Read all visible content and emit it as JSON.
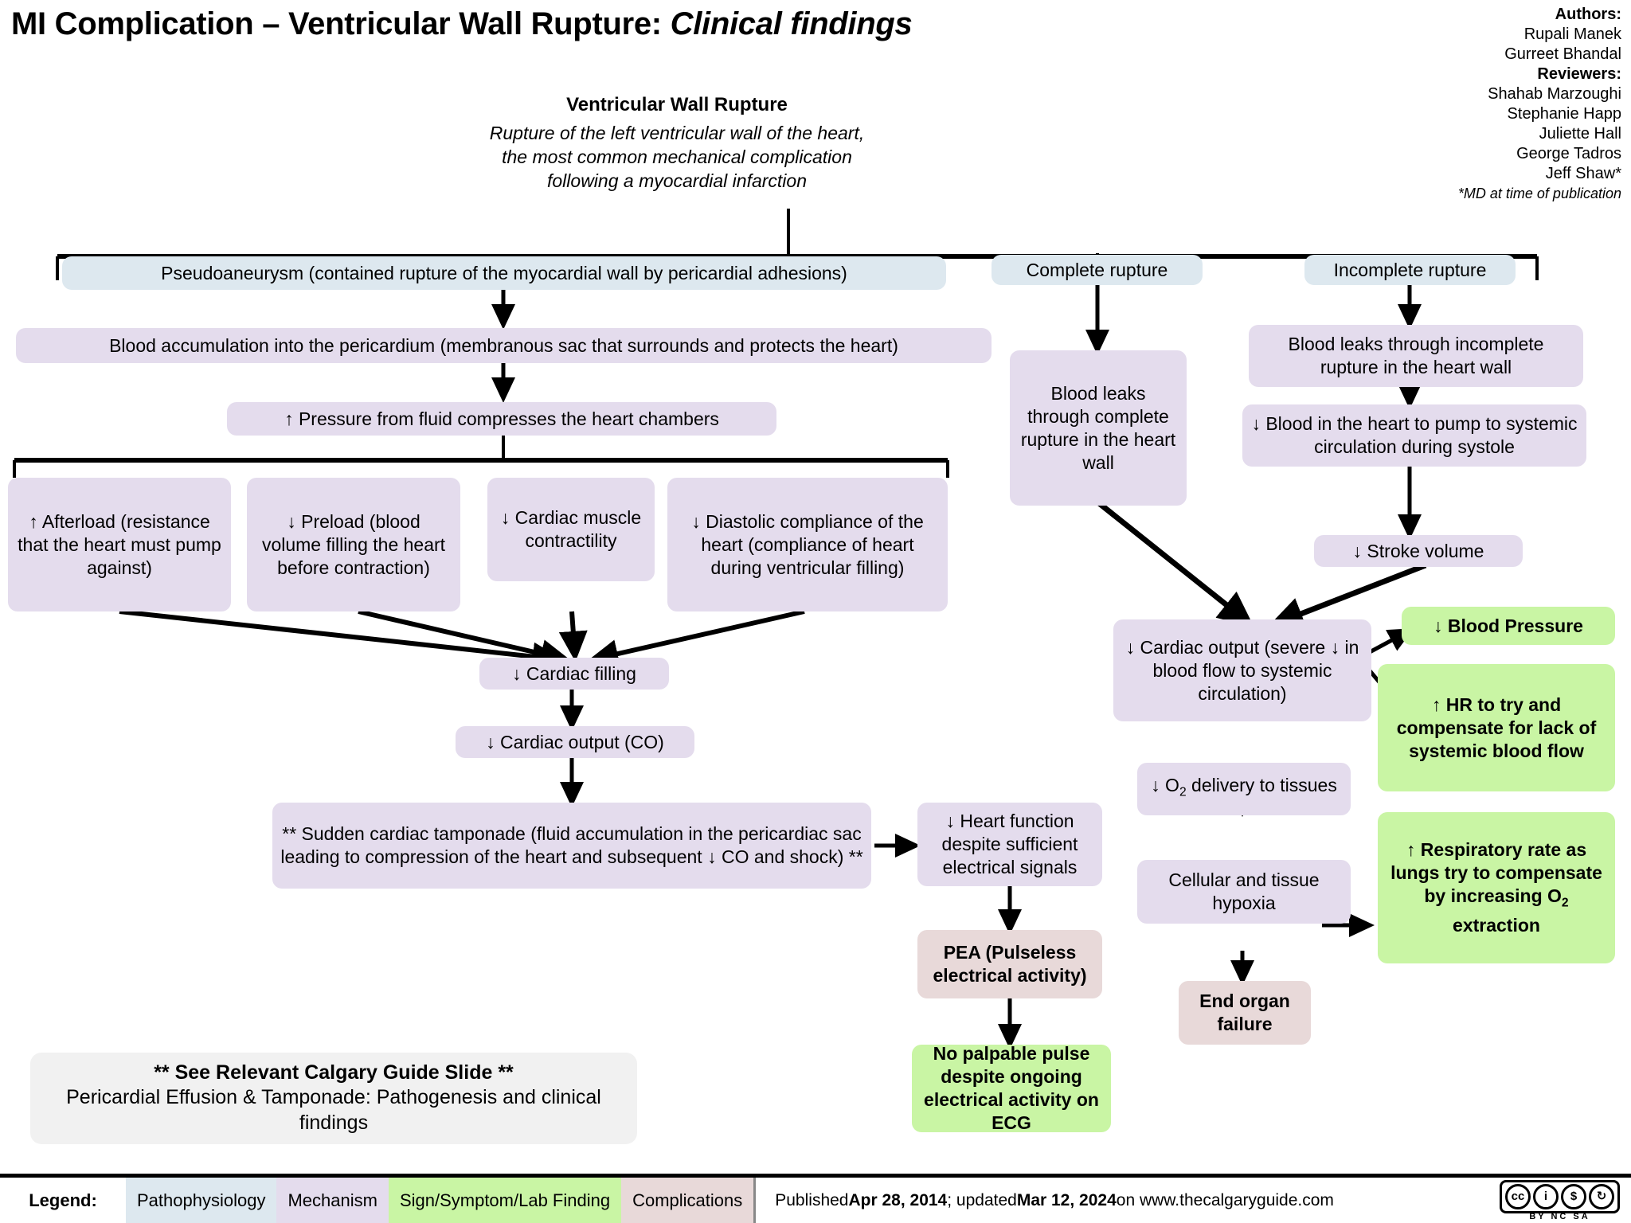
{
  "header": {
    "title_main": "MI Complication – Ventricular Wall Rupture: ",
    "title_italic": "Clinical findings",
    "authors_label": "Authors:",
    "authors": [
      "Rupali Manek",
      "Gurreet Bhandal"
    ],
    "reviewers_label": "Reviewers:",
    "reviewers": [
      "Shahab Marzoughi",
      "Stephanie Happ",
      "Juliette Hall",
      "George Tadros",
      "Jeff Shaw*"
    ],
    "footnote": "*MD at time of publication"
  },
  "root": {
    "title": "Ventricular Wall Rupture",
    "description": "Rupture of the left ventricular wall of the heart, the most common mechanical complication following a myocardial infarction"
  },
  "nodes": {
    "pseudoaneurysm": "Pseudoaneurysm (contained rupture of the myocardial wall by pericardial adhesions)",
    "blood_accumulation": "Blood accumulation into the pericardium (membranous sac that surrounds and protects the heart)",
    "pressure_fluid": "↑ Pressure from fluid compresses the heart chambers",
    "afterload": "↑ Afterload (resistance that the heart must pump against)",
    "preload": "↓ Preload (blood volume filling the heart before contraction)",
    "contractility": "↓ Cardiac muscle contractility",
    "diastolic_compliance": "↓ Diastolic compliance of the heart (compliance of heart during ventricular filling)",
    "cardiac_filling": "↓ Cardiac filling",
    "cardiac_output_co": "↓ Cardiac output (CO)",
    "tamponade": "** Sudden cardiac tamponade (fluid accumulation in the pericardiac sac leading to compression of the heart and subsequent ↓ CO and shock) **",
    "heart_function": "↓ Heart function despite sufficient electrical signals",
    "pea": "PEA (Pulseless electrical activity)",
    "no_pulse": "No palpable pulse despite ongoing electrical activity on ECG",
    "complete_rupture": "Complete rupture",
    "incomplete_rupture": "Incomplete rupture",
    "blood_leaks_complete": "Blood leaks through complete rupture in the heart wall",
    "blood_leaks_incomplete": "Blood leaks through incomplete rupture in the heart wall",
    "blood_in_heart": "↓ Blood in the heart to pump to systemic circulation during systole",
    "stroke_volume": "↓ Stroke volume",
    "cardiac_output_severe": "↓ Cardiac output (severe ↓ in blood flow to systemic circulation)",
    "o2_delivery_pre": "↓ O",
    "o2_delivery_post": " delivery to tissues",
    "hypoxia": "Cellular and tissue hypoxia",
    "end_organ": "End organ failure",
    "blood_pressure": "↓ Blood Pressure",
    "hr_compensate": "↑ HR to try and compensate for lack of systemic blood flow",
    "resp_rate_pre": "↑ Respiratory rate as lungs try to compensate by increasing O",
    "resp_rate_post": " extraction"
  },
  "relevant_slide": {
    "heading": "** See Relevant Calgary Guide Slide **",
    "body": "Pericardial Effusion & Tamponade: Pathogenesis and clinical findings"
  },
  "legend": {
    "label": "Legend:",
    "items": [
      "Pathophysiology",
      "Mechanism",
      "Sign/Symptom/Lab Finding",
      "Complications"
    ],
    "published_prefix": "Published ",
    "published_date": "Apr 28, 2014",
    "updated_prefix": "; updated ",
    "updated_date": "Mar 12, 2024",
    "site_suffix": " on www.thecalgaryguide.com",
    "cc_letters": [
      "cc",
      "i",
      "$",
      "="
    ],
    "cc_tag": "BY  NC  SA"
  },
  "colors": {
    "pathophysiology": "#dde8ef",
    "mechanism": "#e4dced",
    "sign": "#c9f5a4",
    "complications": "#e8d9d9"
  }
}
